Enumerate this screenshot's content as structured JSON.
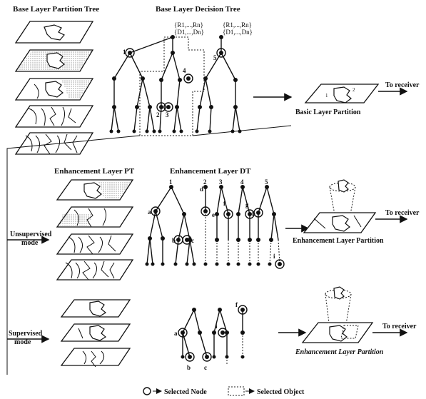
{
  "titles": {
    "base_pt": "Base Layer Partition Tree",
    "base_dt": "Base Layer Decision Tree",
    "enh_pt": "Enhancement Layer PT",
    "enh_dt": "Enhancement Layer DT"
  },
  "labels": {
    "r_set_left": "{R1,...,Rn}",
    "d_set_left": "{D1,...,Dn}",
    "r_set_right": "{R1,...,Rn}",
    "d_set_right": "{D1,...,Dn}",
    "basic_partition": "Basic Layer Partition",
    "enh_partition_1": "Enhancement Layer Partition",
    "enh_partition_2": "Enhancement Layer Partition",
    "to_receiver_1": "To receiver",
    "to_receiver_2": "To receiver",
    "to_receiver_3": "To receiver",
    "unsupervised_mode": "Unsupervised mode",
    "supervised_mode": "Supervised mode"
  },
  "node_numbers": {
    "base": [
      "1",
      "2",
      "3",
      "4",
      "5"
    ],
    "enh": [
      "1",
      "2",
      "3",
      "4",
      "5"
    ],
    "enh_letters": [
      "a",
      "b",
      "c",
      "d",
      "e",
      "f",
      "g",
      "h",
      "i"
    ],
    "sup_letters": [
      "a",
      "b",
      "c",
      "f",
      "i"
    ]
  },
  "legend": {
    "selected_node": "Selected Node",
    "selected_object": "Selected Object"
  }
}
